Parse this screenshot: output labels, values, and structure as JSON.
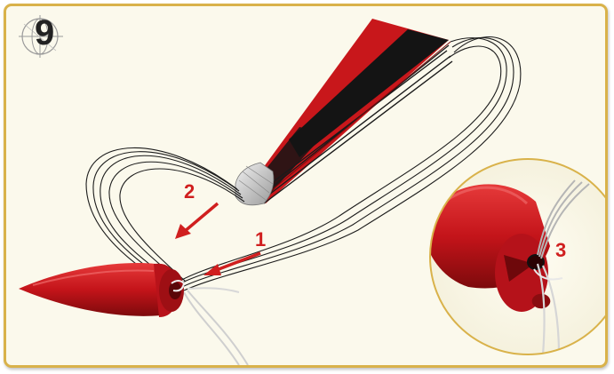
{
  "step": {
    "number": "9"
  },
  "callouts": [
    {
      "label": "1"
    },
    {
      "label": "2"
    },
    {
      "label": "3"
    }
  ],
  "colors": {
    "frame_border": "#d9b24a",
    "background": "#fbf9ec",
    "parachute_red": "#c8171b",
    "parachute_black": "#141414",
    "arrow_red": "#d01f1f"
  },
  "icons": [
    "compass-icon",
    "rocket-body",
    "parachute-canopy",
    "shroud-lines",
    "zoom-detail-circle"
  ]
}
